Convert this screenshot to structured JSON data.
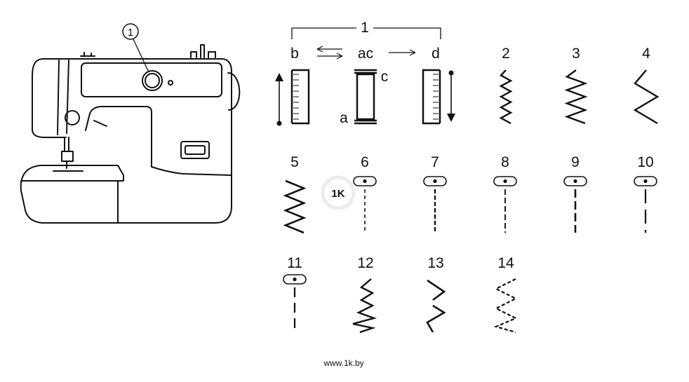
{
  "callout": "1",
  "group": {
    "number": "1",
    "labels": {
      "b": "b",
      "ac": "ac",
      "d": "d",
      "a": "a",
      "c": "c"
    }
  },
  "stitches": [
    {
      "id": "2",
      "kind": "zigzag"
    },
    {
      "id": "3",
      "kind": "zigzag"
    },
    {
      "id": "4",
      "kind": "zigzag"
    },
    {
      "id": "5",
      "kind": "zigzag"
    },
    {
      "id": "6",
      "kind": "straight"
    },
    {
      "id": "7",
      "kind": "straight"
    },
    {
      "id": "8",
      "kind": "straight"
    },
    {
      "id": "9",
      "kind": "straight"
    },
    {
      "id": "10",
      "kind": "straight"
    },
    {
      "id": "11",
      "kind": "straight"
    },
    {
      "id": "12",
      "kind": "zigzag"
    },
    {
      "id": "13",
      "kind": "zigzag"
    },
    {
      "id": "14",
      "kind": "zigzag"
    }
  ],
  "footer": "www.1k.by",
  "watermark": "1K"
}
